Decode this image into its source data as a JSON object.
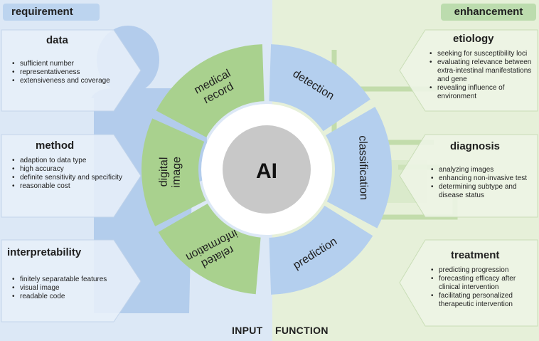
{
  "headers": {
    "requirement": "requirement",
    "enhancement": "enhancement"
  },
  "requirement_cards": [
    {
      "title": "data",
      "items": [
        "sufficient number",
        "representativeness",
        "extensiveness and coverage"
      ]
    },
    {
      "title": "method",
      "items": [
        "adaption to data type",
        "high accuracy",
        "definite sensitivity and specificity",
        "reasonable cost"
      ]
    },
    {
      "title": "interpretability",
      "items": [
        "finitely separatable features",
        "visual image",
        "readable code"
      ]
    }
  ],
  "enhancement_cards": [
    {
      "title": "etiology",
      "items": [
        "seeking for susceptibility loci",
        "evaluating relevance between extra-intestinal manifestations and gene",
        "revealing influence of environment"
      ]
    },
    {
      "title": "diagnosis",
      "items": [
        "analyzing images",
        "enhancing non-invasive test",
        "determining subtype and disease status"
      ]
    },
    {
      "title": "treatment",
      "items": [
        "predicting progression",
        "forecasting efficacy after clinical intervention",
        "facilitating personalized therapeutic intervention"
      ]
    }
  ],
  "center": {
    "label": "AI"
  },
  "input_segments": [
    [
      "medical",
      "record"
    ],
    [
      "digital",
      "image"
    ],
    [
      "related",
      "information"
    ]
  ],
  "function_segments": [
    [
      "detection"
    ],
    [
      "classification"
    ],
    [
      "prediction"
    ]
  ],
  "footer": {
    "input": "INPUT",
    "function": "FUNCTION"
  },
  "colors": {
    "left_panel": "#dce8f6",
    "right_panel": "#e6f0d9",
    "input_green": "#a9d18e",
    "function_blue": "#b4cfee",
    "ring_white": "#ffffff",
    "center_gray": "#c8c8c8",
    "silhouette": "#a9c6ea"
  }
}
